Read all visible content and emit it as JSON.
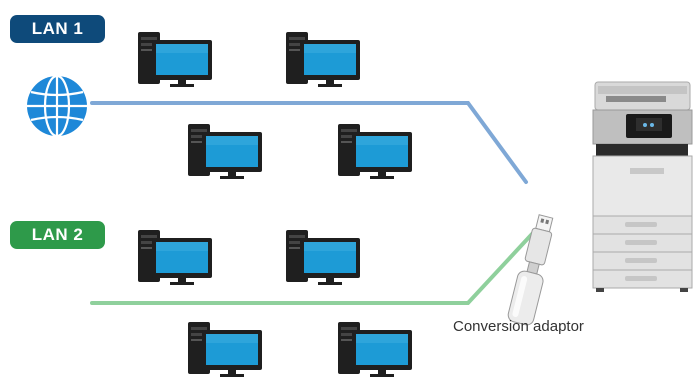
{
  "networks": [
    {
      "label": "LAN 1",
      "color": "#0e4a7a",
      "line_color": "#7fa8d6"
    },
    {
      "label": "LAN 2",
      "color": "#2e9a4a",
      "line_color": "#8fd09c"
    }
  ],
  "adaptor": {
    "caption": "Conversion adaptor"
  },
  "icons": {
    "internet": "globe-icon",
    "computer": "desktop-computer-icon",
    "printer": "multifunction-printer-icon",
    "adaptor": "usb-adaptor-icon"
  },
  "colors": {
    "monitor_screen": "#1d9bd6",
    "computer_body": "#1f1f1f",
    "globe": "#1e88d8"
  }
}
